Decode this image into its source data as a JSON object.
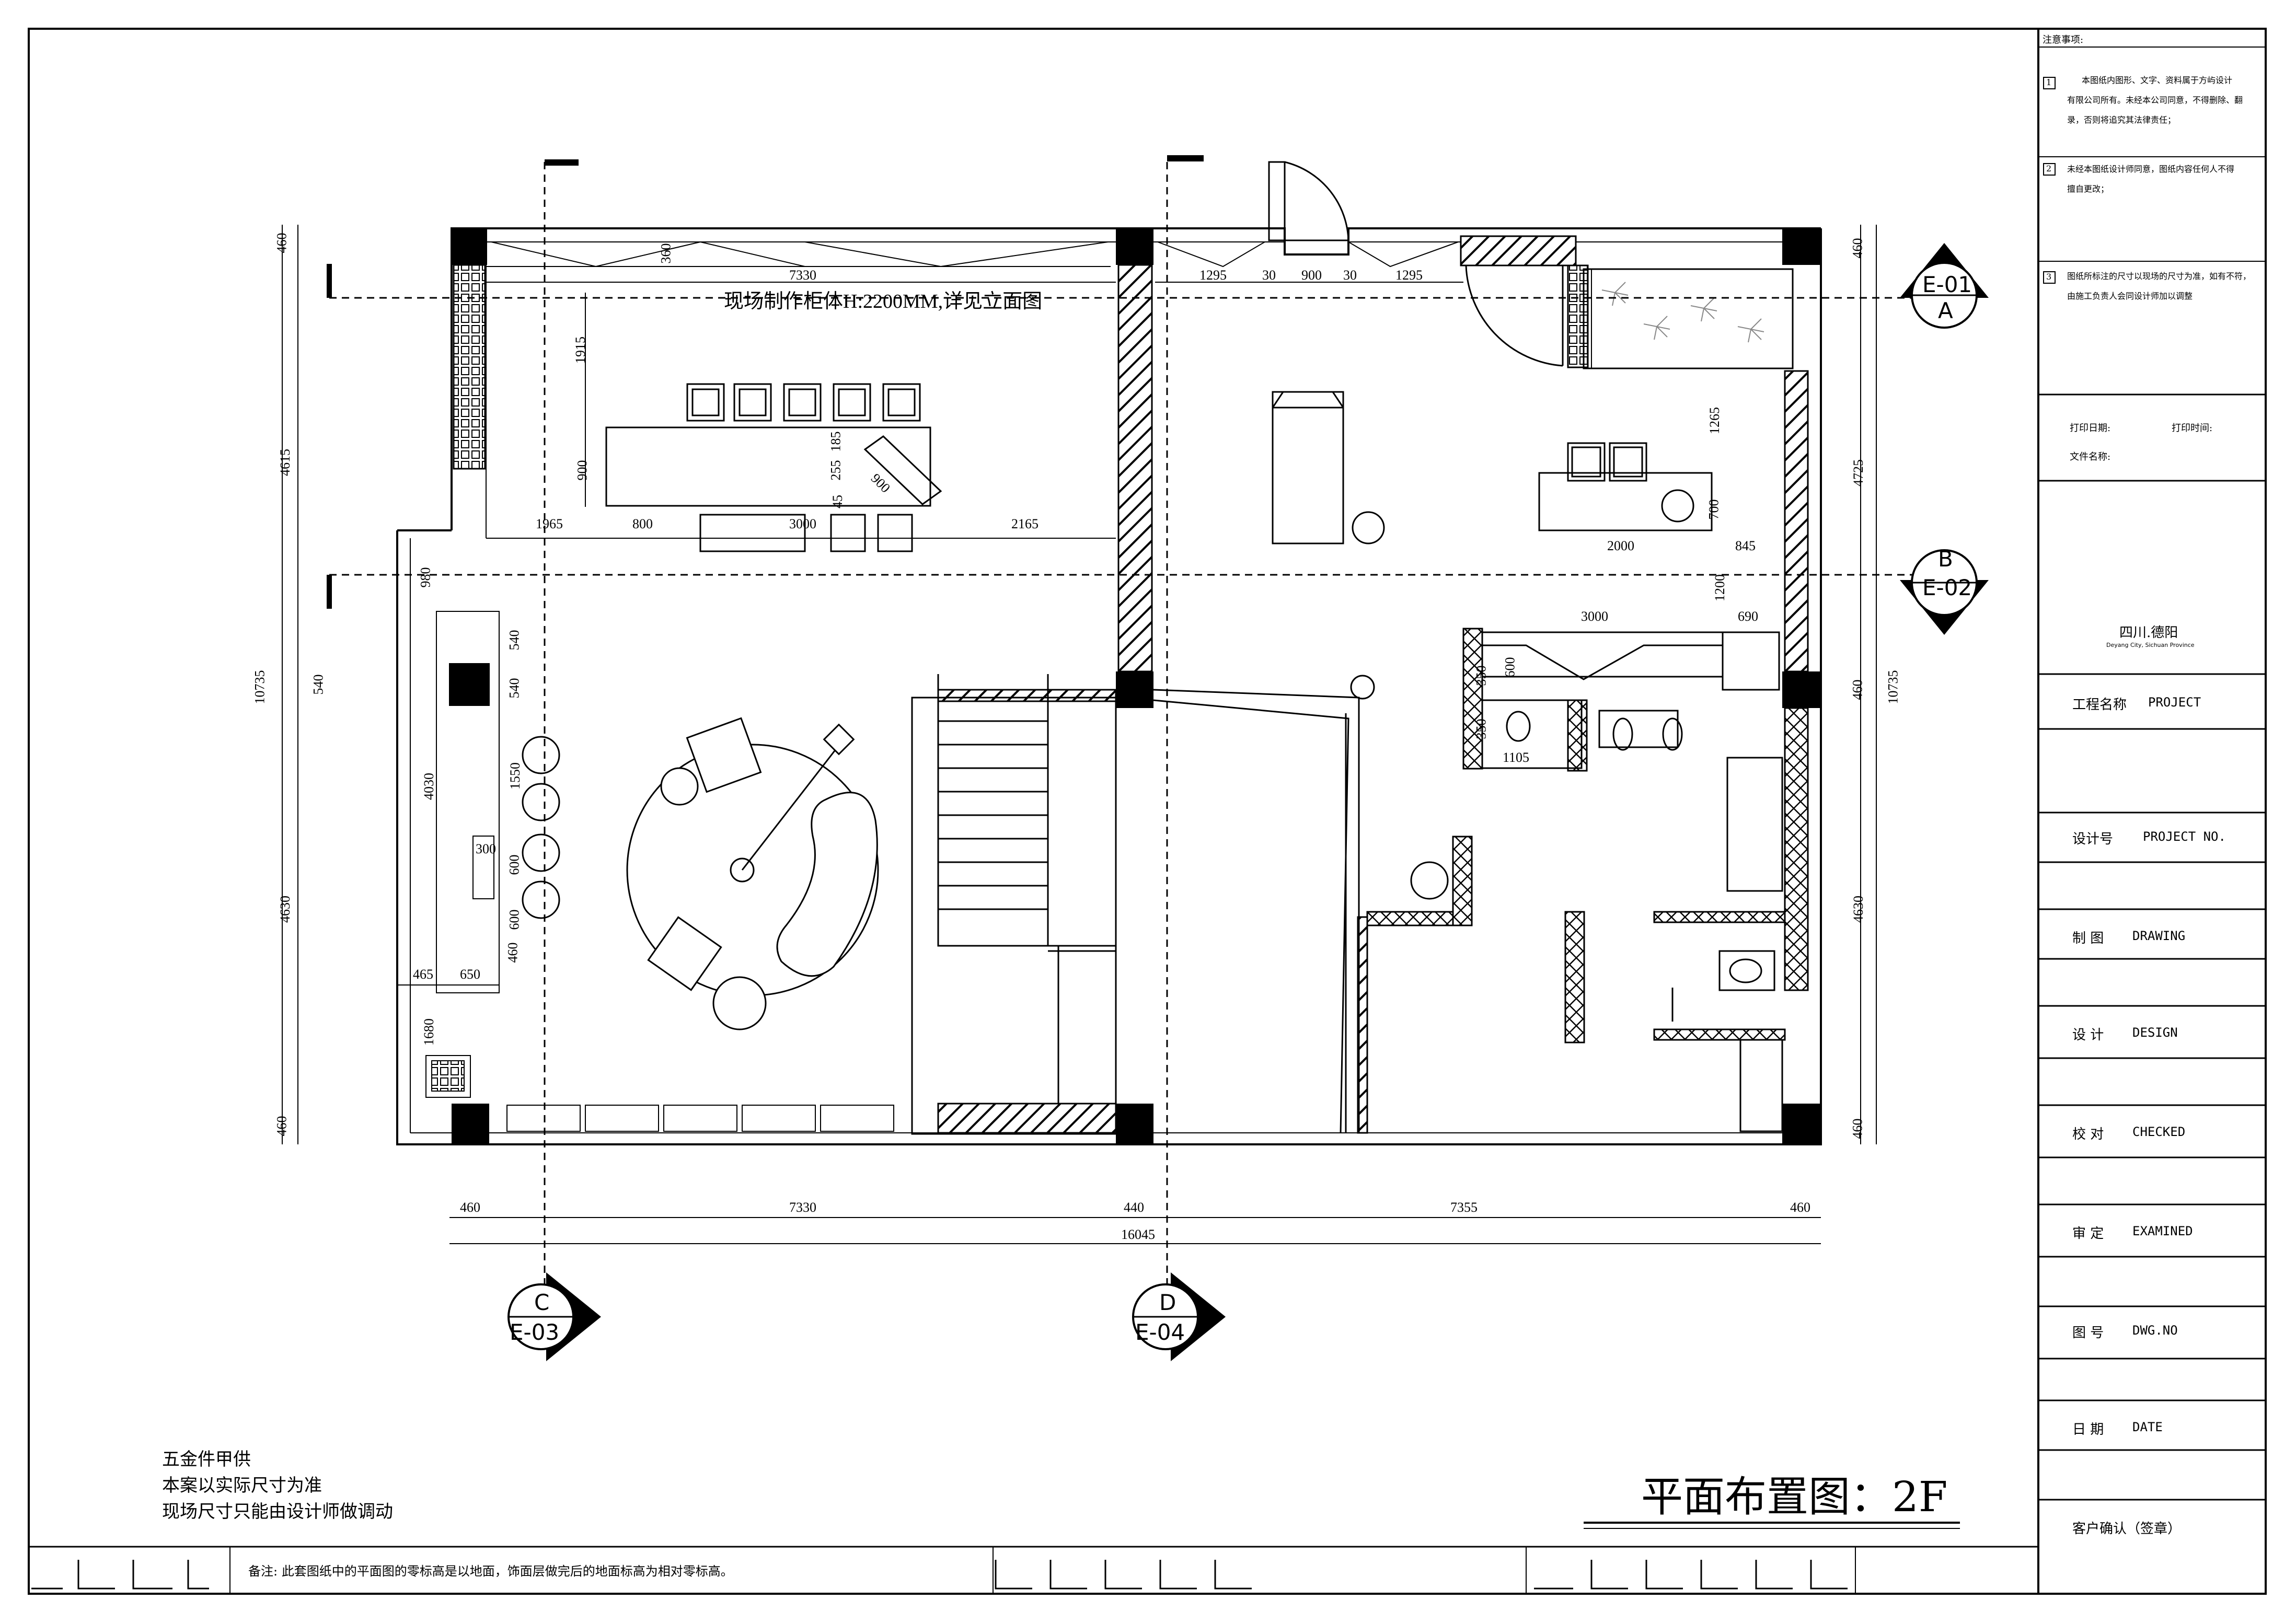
{
  "drawing_title": "平面布置图：2F",
  "banner_text": "现场制作柜体H:2200MM,详见立面图",
  "bottom_notes": [
    "五金件甲供",
    "本案以实际尺寸为准",
    "现场尺寸只能由设计师做调动"
  ],
  "remark": "备注:  此套图纸中的平面图的零标高是以地面，饰面层做完后的地面标高为相对零标高。",
  "title_block": {
    "notice_title": "注意事项:",
    "notices": [
      {
        "num": "1",
        "lines": [
          "本图纸内图形、文字、资料属于方屿设计",
          "有限公司所有。未经本公司同意，不得删除、翻",
          "录，否则将追究其法律责任；"
        ]
      },
      {
        "num": "2",
        "lines": [
          "未经本图纸设计师同意，图纸内容任何人不得",
          "擅自更改；"
        ]
      },
      {
        "num": "3",
        "lines": [
          "图纸所标注的尺寸以现场的尺寸为准，如有不符，",
          "由施工负责人会同设计师加以调整"
        ]
      }
    ],
    "print_date": "打印日期:",
    "print_time": "打印时间:",
    "file_name": "文件名称:",
    "location": "四川.德阳",
    "location_en": "Deyang City, Sichuan Province",
    "fields": [
      {
        "label": "工程名称",
        "value": "PROJECT"
      },
      {
        "label": "设计号",
        "value": "PROJECT   NO."
      },
      {
        "label": "制 图",
        "value": "DRAWING"
      },
      {
        "label": "设 计",
        "value": "DESIGN"
      },
      {
        "label": "校 对",
        "value": "CHECKED"
      },
      {
        "label": "审 定",
        "value": "EXAMINED"
      },
      {
        "label": "图 号",
        "value": "DWG.NO"
      },
      {
        "label": "日 期",
        "value": "DATE"
      }
    ],
    "client": "客户确认（签章）"
  },
  "section_markers": [
    {
      "id": "E-01",
      "letter": "A"
    },
    {
      "id": "E-02",
      "letter": "B"
    },
    {
      "id": "E-03",
      "letter": "C"
    },
    {
      "id": "E-04",
      "letter": "D"
    }
  ],
  "dimensions": {
    "top": [
      "7330",
      "1295",
      "30",
      "900",
      "30",
      "1295"
    ],
    "bottom_row1": [
      "460",
      "7330",
      "440",
      "7355",
      "460"
    ],
    "bottom_total": "16045",
    "left_col1": [
      "460",
      "4615",
      "540",
      "4630",
      "460"
    ],
    "left_total": "10735",
    "right_col": [
      "460",
      "4725",
      "460",
      "4630",
      "460"
    ],
    "right_total": "10735",
    "interior": [
      "1915",
      "900",
      "1965",
      "800",
      "3000",
      "2165",
      "185",
      "255",
      "45",
      "900",
      "1265",
      "700",
      "2000",
      "845",
      "1200",
      "3000",
      "690",
      "350",
      "600",
      "350",
      "1105",
      "540",
      "540",
      "4030",
      "1550",
      "600",
      "300",
      "600",
      "460",
      "465",
      "650",
      "1680",
      "360",
      "980"
    ]
  }
}
